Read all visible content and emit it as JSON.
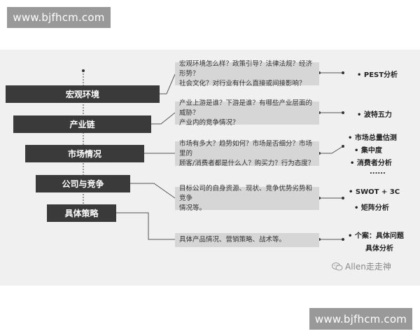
{
  "watermark": {
    "text": "www.bjfhcm.com"
  },
  "levels": [
    {
      "label": "宏观环境"
    },
    {
      "label": "产业链"
    },
    {
      "label": "市场情况"
    },
    {
      "label": "公司与竞争"
    },
    {
      "label": "具体策略"
    }
  ],
  "questions": [
    {
      "line1": "宏观环境怎么样？政策引导？法律法规？经济形势？",
      "line2": "社会文化？对行业有什么直接或间接影响？"
    },
    {
      "line1": "产业上游是谁？下游是谁？有哪些产业层面的威胁？",
      "line2": "产业内的竞争情况？"
    },
    {
      "line1": "市场有多大？趋势如何？市场是否细分？市场里的",
      "line2": "顾客/消费者都是什么人？购买力？行为态度？"
    },
    {
      "line1": "目标公司的自身资源、现状、竞争优势劣势和竞争",
      "line2": "情况等。"
    },
    {
      "line1": "具体产品情况、营销策略、战术等。",
      "line2": ""
    }
  ],
  "tools": [
    "•   PEST分析",
    "•   波特五力",
    "•   市场总量估测",
    "•   集中度",
    "•   消费者分析",
    "......",
    "•   SWOT + 3C",
    "•   矩阵分析",
    "•   个案：具体问题",
    "具体分析"
  ],
  "brand": {
    "icon": "wechat-icon",
    "text": "Allen走走神"
  }
}
